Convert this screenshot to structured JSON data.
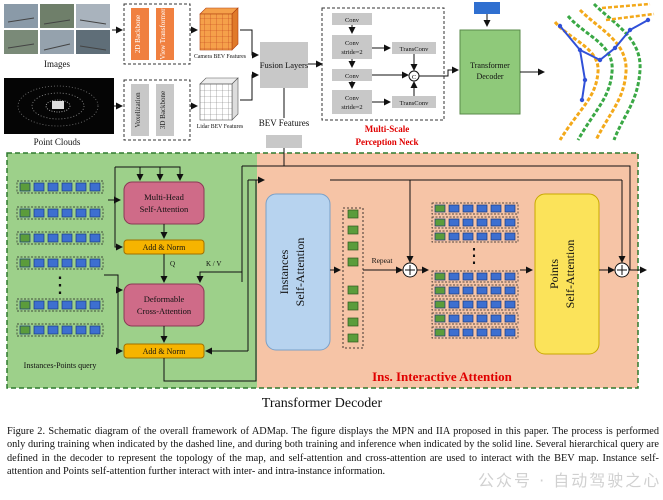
{
  "inputs": {
    "images_label": "Images",
    "point_clouds_label": "Point Clouds",
    "backbone_2d": "2D Backbone",
    "view_transformer": "View Transformer",
    "voxelization": "Voxelization",
    "backbone_3d": "3D Backbone",
    "camera_bev_label": "Camera BEV Features",
    "lidar_bev_label": "Lidar BEV Features",
    "fusion_label": "Fusion Layers",
    "bev_features_label": "BEV Features"
  },
  "mpn": {
    "conv": "Conv",
    "conv_stride": "Conv stride=2",
    "trans_conv": "TransConv",
    "concat_symbol": "C",
    "title_line1": "Multi-Scale",
    "title_line2": "Perception Neck",
    "transformer_decoder": "Transformer Decoder"
  },
  "decoder": {
    "title": "Transformer Decoder",
    "query_label": "Instances-Points query",
    "mhsa": "Multi-Head Self-Attention",
    "add_norm": "Add & Norm",
    "deformable": "Deformable Cross-Attention",
    "q_label": "Q",
    "kv_label": "K / V",
    "instances_sa": "Instances Self-Attention",
    "repeat_label": "Repeat",
    "points_sa": "Points Self-Attention",
    "iia_title": "Ins. Interactive Attention"
  },
  "caption": "Figure 2. Schematic diagram of the overall framework of ADMap. The figure displays the MPN and IIA proposed in this paper. The process is performed only during training when indicated by the dashed line, and during both training and inference when indicated by the solid line. Several hierarchical query are defined in the decoder to represent the topology of the map, and self-attention and cross-attention are used to interact with the BEV map. Instance self-attention and Points self-attention further interact with inter- and intra-instance information.",
  "watermark": "公众号 · 自动驾驶之心",
  "colors": {
    "decoder_bg": "#9dd08a",
    "iia_bg": "#f6c4a6",
    "attention_pink": "#cf6b88",
    "add_norm": "#f6b400",
    "instances_blue": "#b7d3ef",
    "points_yellow": "#fbe35a",
    "query_blue": "#3d6fd0",
    "query_green": "#5b9c3b",
    "gray_box": "#c8c8c8",
    "backbone_orange": "#f08040",
    "red_title": "#e00000"
  }
}
